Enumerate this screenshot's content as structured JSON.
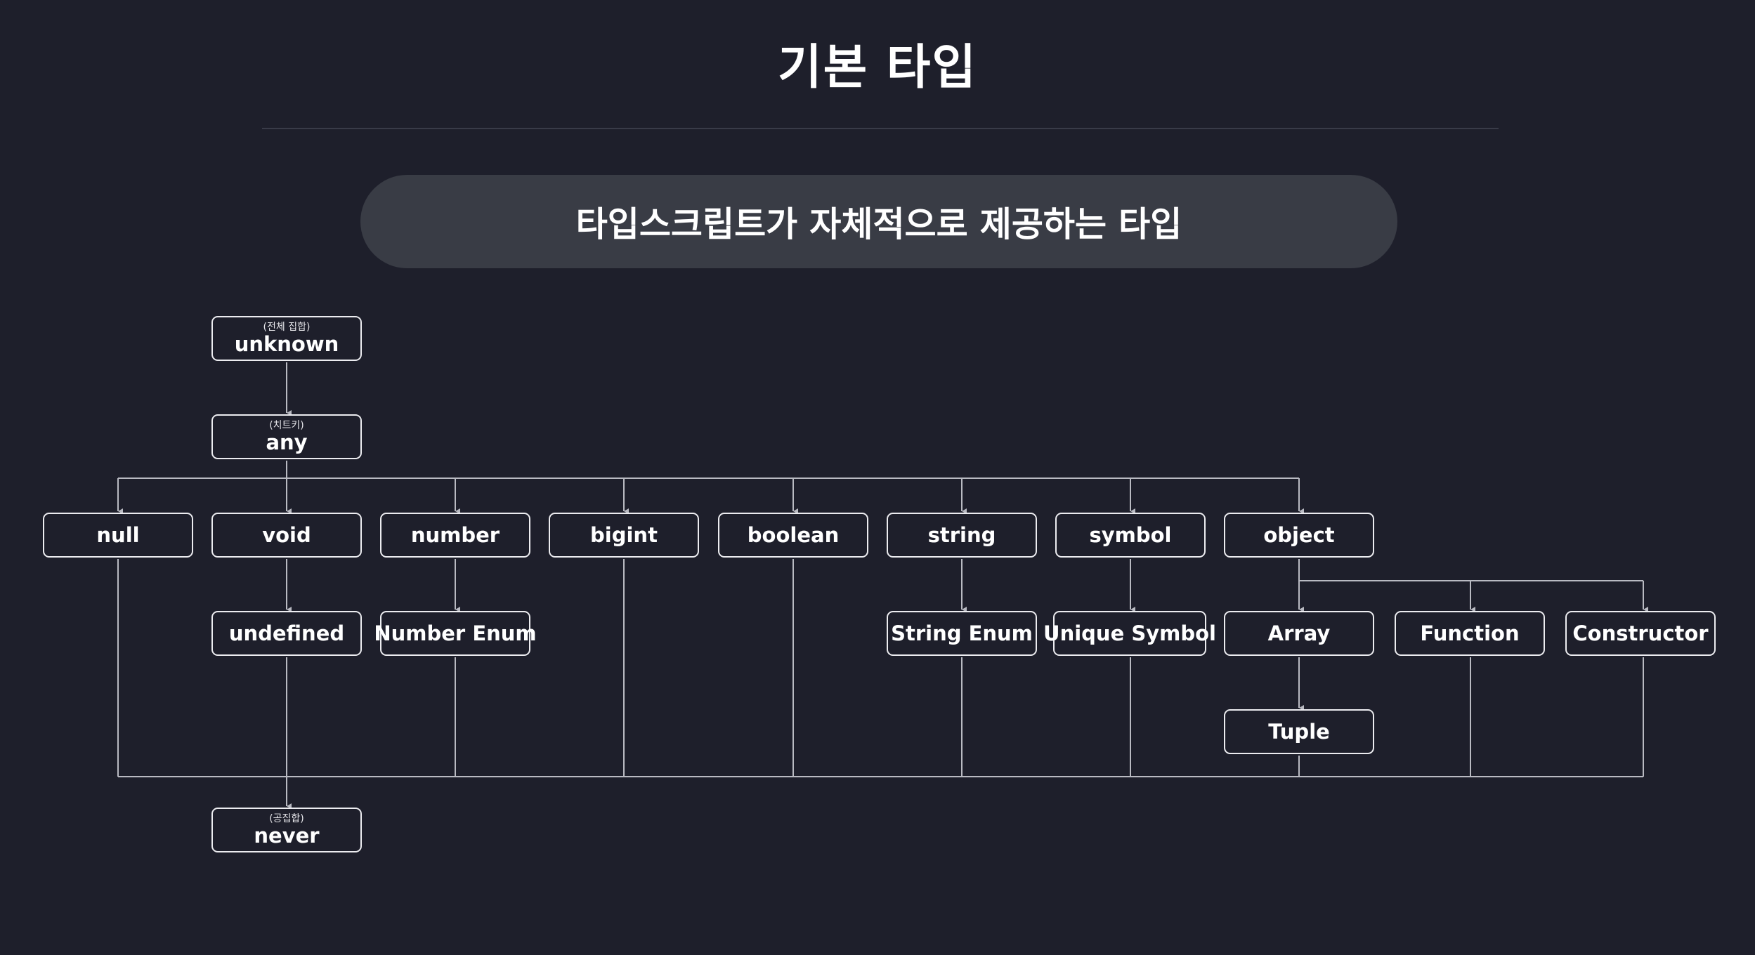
{
  "slide": {
    "title": "기본 타입",
    "banner": "타입스크립트가 자체적으로 제공하는 타입"
  },
  "nodes": {
    "unknown": {
      "label": "unknown",
      "note": "(전체 집합)"
    },
    "any": {
      "label": "any",
      "note": "(치트키)"
    },
    "null": {
      "label": "null"
    },
    "void": {
      "label": "void"
    },
    "number": {
      "label": "number"
    },
    "bigint": {
      "label": "bigint"
    },
    "boolean": {
      "label": "boolean"
    },
    "string": {
      "label": "string"
    },
    "symbol": {
      "label": "symbol"
    },
    "object": {
      "label": "object"
    },
    "undefined": {
      "label": "undefined"
    },
    "number_enum": {
      "label": "Number Enum"
    },
    "string_enum": {
      "label": "String Enum"
    },
    "unique_symbol": {
      "label": "Unique Symbol"
    },
    "array": {
      "label": "Array"
    },
    "function": {
      "label": "Function"
    },
    "constructor": {
      "label": "Constructor"
    },
    "tuple": {
      "label": "Tuple"
    },
    "never": {
      "label": "never",
      "note": "(공집합)"
    }
  },
  "colors": {
    "background": "#1e1f2b",
    "banner": "#393c45",
    "node_border": "#ececf0",
    "line": "#b9bac2"
  }
}
